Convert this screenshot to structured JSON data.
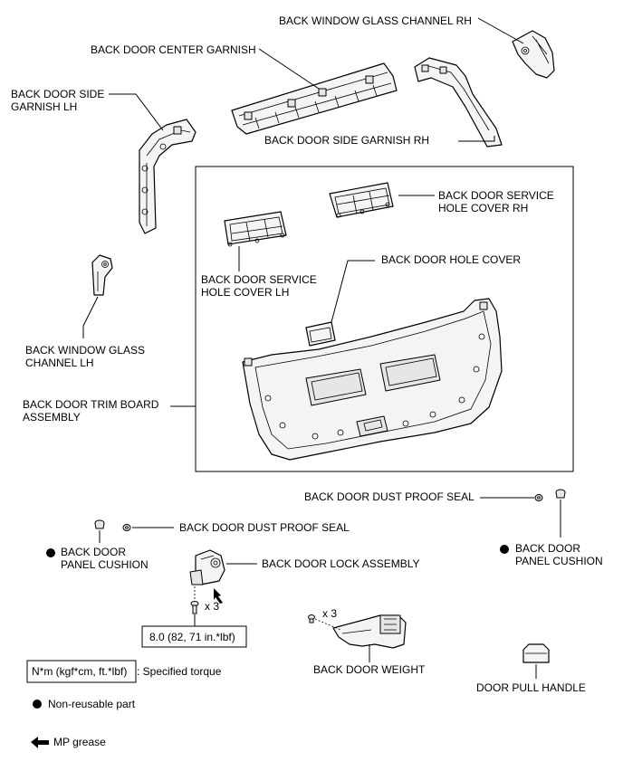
{
  "labels": {
    "back_window_glass_channel_rh": "BACK WINDOW GLASS CHANNEL RH",
    "back_door_center_garnish": "BACK DOOR CENTER GARNISH",
    "back_door_side_garnish_lh": [
      "BACK DOOR SIDE",
      "GARNISH LH"
    ],
    "back_door_side_garnish_rh": "BACK DOOR SIDE GARNISH RH",
    "back_door_service_hole_cover_rh": [
      "BACK DOOR SERVICE",
      "HOLE COVER RH"
    ],
    "back_door_service_hole_cover_lh": [
      "BACK DOOR SERVICE",
      "HOLE COVER LH"
    ],
    "back_door_hole_cover": "BACK DOOR HOLE COVER",
    "back_window_glass_channel_lh": [
      "BACK WINDOW GLASS",
      "CHANNEL LH"
    ],
    "back_door_trim_board_assembly": [
      "BACK DOOR TRIM BOARD",
      "ASSEMBLY"
    ],
    "back_door_dust_proof_seal_right": "BACK DOOR DUST PROOF SEAL",
    "back_door_dust_proof_seal_left": "BACK DOOR DUST PROOF SEAL",
    "back_door_panel_cushion_left": [
      "BACK DOOR",
      "PANEL CUSHION"
    ],
    "back_door_panel_cushion_right": [
      "BACK DOOR",
      "PANEL CUSHION"
    ],
    "back_door_lock_assembly": "BACK DOOR LOCK ASSEMBLY",
    "back_door_weight": "BACK DOOR WEIGHT",
    "door_pull_handle": "DOOR PULL HANDLE"
  },
  "quantities": {
    "lock_screw_qty": "x 3",
    "weight_screw_qty": "x 3"
  },
  "torque": {
    "value": "8.0 (82, 71 in.*lbf)"
  },
  "legend": {
    "torque_unit_box": "N*m (kgf*cm, ft.*lbf)",
    "torque_unit_desc": ": Specified torque",
    "non_reusable": "Non-reusable part",
    "mp_grease": "MP grease"
  }
}
